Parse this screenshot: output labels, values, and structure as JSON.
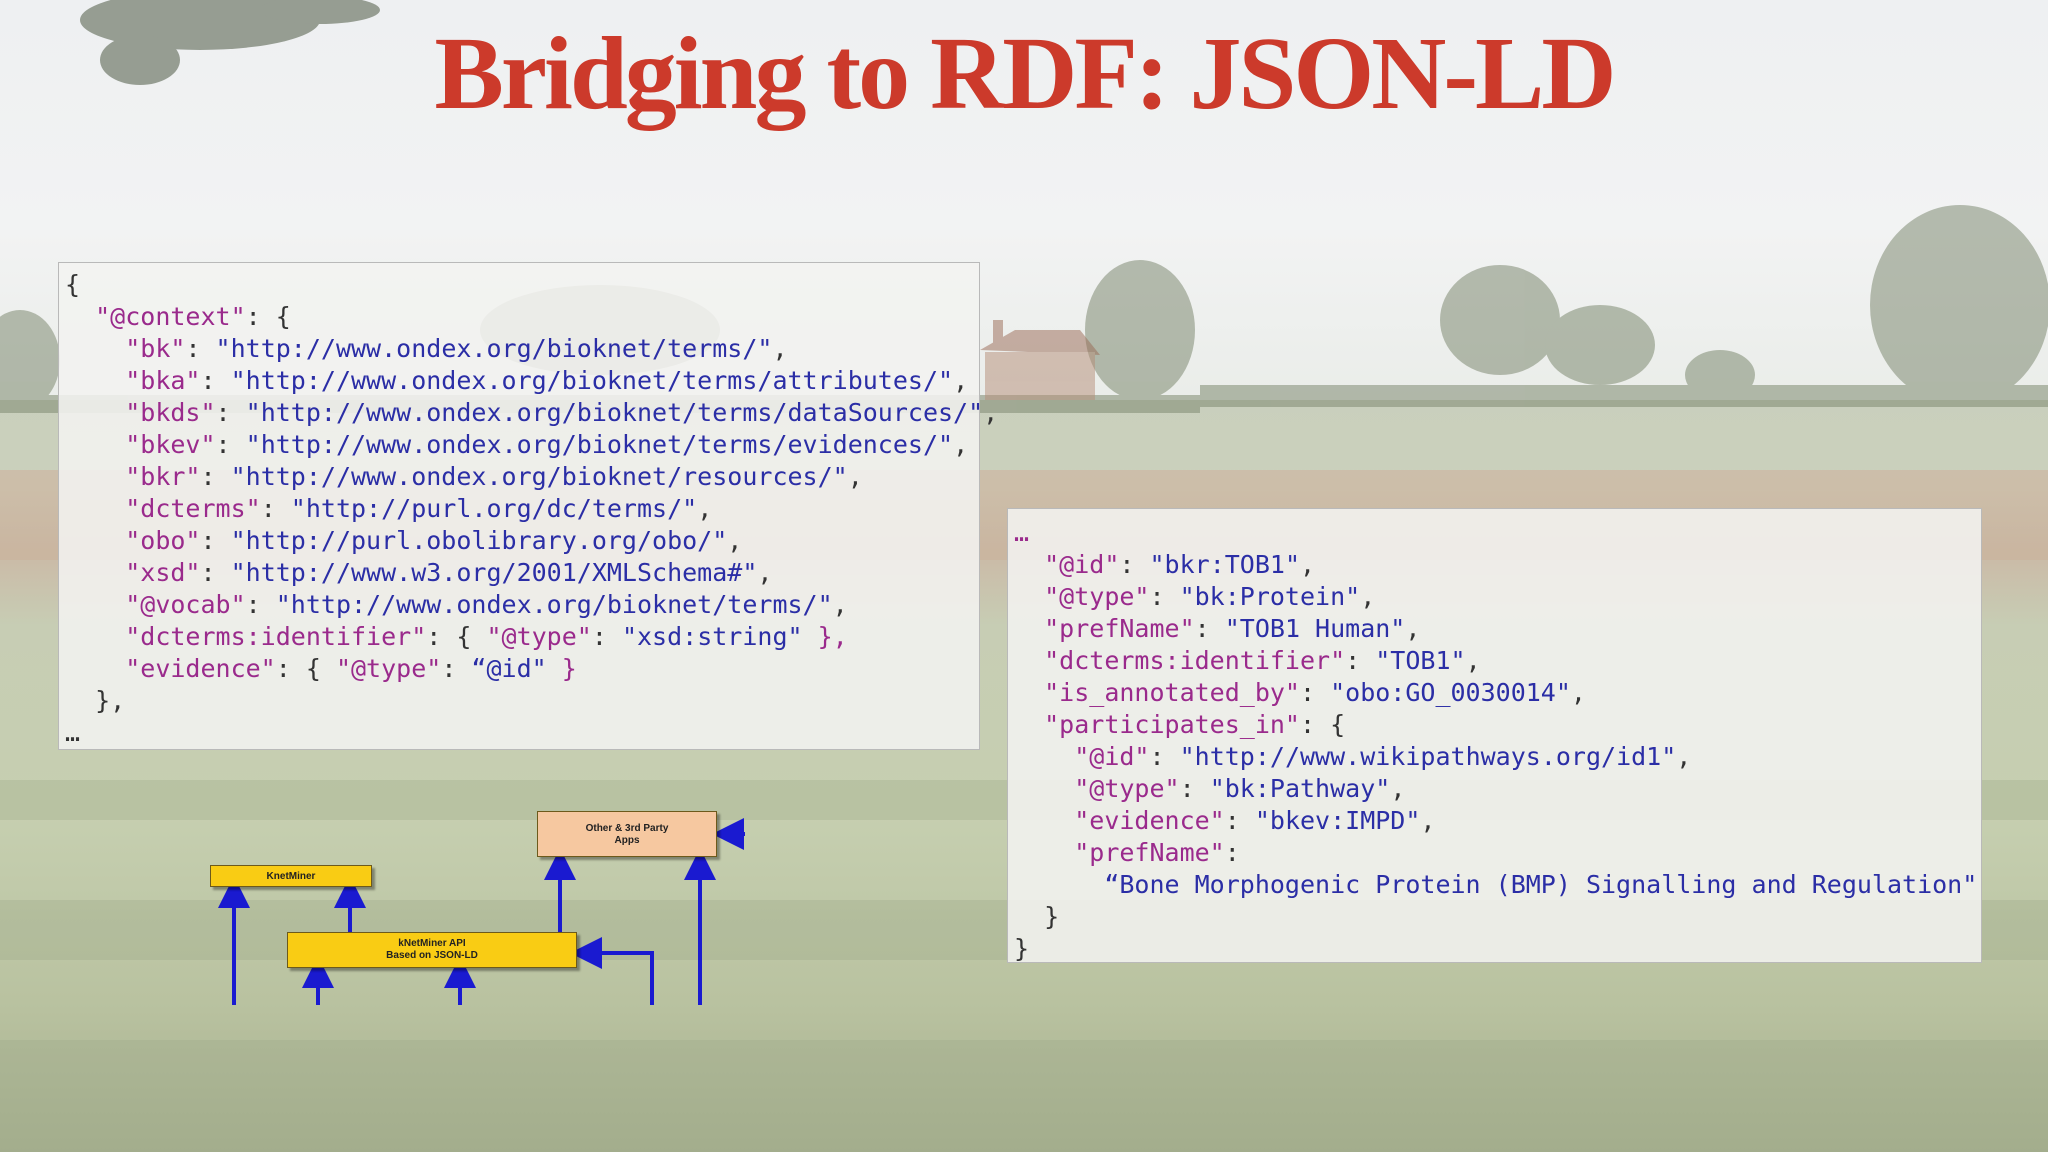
{
  "slide": {
    "title": "Bridging to RDF: JSON-LD"
  },
  "code_left": {
    "lines": [
      [
        {
          "t": "p",
          "s": "{"
        }
      ],
      [
        {
          "t": "p",
          "s": "  "
        },
        {
          "t": "k",
          "s": "\"@context\""
        },
        {
          "t": "p",
          "s": ": {"
        }
      ],
      [
        {
          "t": "p",
          "s": "    "
        },
        {
          "t": "k",
          "s": "\"bk\""
        },
        {
          "t": "p",
          "s": ": "
        },
        {
          "t": "v",
          "s": "\"http://www.ondex.org/bioknet/terms/\""
        },
        {
          "t": "p",
          "s": ","
        }
      ],
      [
        {
          "t": "p",
          "s": "    "
        },
        {
          "t": "k",
          "s": "\"bka\""
        },
        {
          "t": "p",
          "s": ": "
        },
        {
          "t": "v",
          "s": "\"http://www.ondex.org/bioknet/terms/attributes/\""
        },
        {
          "t": "p",
          "s": ","
        }
      ],
      [
        {
          "t": "p",
          "s": "    "
        },
        {
          "t": "k",
          "s": "\"bkds\""
        },
        {
          "t": "p",
          "s": ": "
        },
        {
          "t": "v",
          "s": "\"http://www.ondex.org/bioknet/terms/dataSources/\""
        },
        {
          "t": "p",
          "s": ","
        }
      ],
      [
        {
          "t": "p",
          "s": "    "
        },
        {
          "t": "k",
          "s": "\"bkev\""
        },
        {
          "t": "p",
          "s": ": "
        },
        {
          "t": "v",
          "s": "\"http://www.ondex.org/bioknet/terms/evidences/\""
        },
        {
          "t": "p",
          "s": ","
        }
      ],
      [
        {
          "t": "p",
          "s": "    "
        },
        {
          "t": "k",
          "s": "\"bkr\""
        },
        {
          "t": "p",
          "s": ": "
        },
        {
          "t": "v",
          "s": "\"http://www.ondex.org/bioknet/resources/\""
        },
        {
          "t": "p",
          "s": ","
        }
      ],
      [
        {
          "t": "p",
          "s": "    "
        },
        {
          "t": "k",
          "s": "\"dcterms\""
        },
        {
          "t": "p",
          "s": ": "
        },
        {
          "t": "v",
          "s": "\"http://purl.org/dc/terms/\""
        },
        {
          "t": "p",
          "s": ","
        }
      ],
      [
        {
          "t": "p",
          "s": "    "
        },
        {
          "t": "k",
          "s": "\"obo\""
        },
        {
          "t": "p",
          "s": ": "
        },
        {
          "t": "v",
          "s": "\"http://purl.obolibrary.org/obo/\""
        },
        {
          "t": "p",
          "s": ","
        }
      ],
      [
        {
          "t": "p",
          "s": "    "
        },
        {
          "t": "k",
          "s": "\"xsd\""
        },
        {
          "t": "p",
          "s": ": "
        },
        {
          "t": "v",
          "s": "\"http://www.w3.org/2001/XMLSchema#\""
        },
        {
          "t": "p",
          "s": ","
        }
      ],
      [
        {
          "t": "p",
          "s": "    "
        },
        {
          "t": "k",
          "s": "\"@vocab\""
        },
        {
          "t": "p",
          "s": ": "
        },
        {
          "t": "v",
          "s": "\"http://www.ondex.org/bioknet/terms/\""
        },
        {
          "t": "p",
          "s": ","
        }
      ],
      [
        {
          "t": "p",
          "s": "    "
        },
        {
          "t": "k",
          "s": "\"dcterms:identifier\""
        },
        {
          "t": "p",
          "s": ": { "
        },
        {
          "t": "k",
          "s": "\"@type\""
        },
        {
          "t": "p",
          "s": ": "
        },
        {
          "t": "v",
          "s": "\"xsd:string\""
        },
        {
          "t": "k",
          "s": " },"
        }
      ],
      [
        {
          "t": "p",
          "s": "    "
        },
        {
          "t": "k",
          "s": "\"evidence\""
        },
        {
          "t": "p",
          "s": ": { "
        },
        {
          "t": "k",
          "s": "\"@type\""
        },
        {
          "t": "p",
          "s": ": "
        },
        {
          "t": "v",
          "s": "“@id\""
        },
        {
          "t": "k",
          "s": " }"
        }
      ],
      [
        {
          "t": "p",
          "s": "  },"
        }
      ],
      [
        {
          "t": "p",
          "s": "…"
        }
      ]
    ]
  },
  "code_right": {
    "lines": [
      [
        {
          "t": "k",
          "s": "…"
        }
      ],
      [
        {
          "t": "p",
          "s": "  "
        },
        {
          "t": "k",
          "s": "\"@id\""
        },
        {
          "t": "p",
          "s": ": "
        },
        {
          "t": "v",
          "s": "\"bkr:TOB1\""
        },
        {
          "t": "p",
          "s": ","
        }
      ],
      [
        {
          "t": "p",
          "s": "  "
        },
        {
          "t": "k",
          "s": "\"@type\""
        },
        {
          "t": "p",
          "s": ": "
        },
        {
          "t": "v",
          "s": "\"bk:Protein\""
        },
        {
          "t": "p",
          "s": ","
        }
      ],
      [
        {
          "t": "p",
          "s": "  "
        },
        {
          "t": "k",
          "s": "\"prefName\""
        },
        {
          "t": "p",
          "s": ": "
        },
        {
          "t": "v",
          "s": "\"TOB1 Human\""
        },
        {
          "t": "p",
          "s": ","
        }
      ],
      [
        {
          "t": "p",
          "s": "  "
        },
        {
          "t": "k",
          "s": "\"dcterms:identifier\""
        },
        {
          "t": "p",
          "s": ": "
        },
        {
          "t": "v",
          "s": "\"TOB1\""
        },
        {
          "t": "p",
          "s": ","
        }
      ],
      [
        {
          "t": "p",
          "s": "  "
        },
        {
          "t": "k",
          "s": "\"is_annotated_by\""
        },
        {
          "t": "p",
          "s": ": "
        },
        {
          "t": "v",
          "s": "\"obo:GO_0030014\""
        },
        {
          "t": "p",
          "s": ","
        }
      ],
      [
        {
          "t": "p",
          "s": "  "
        },
        {
          "t": "k",
          "s": "\"participates_in\""
        },
        {
          "t": "p",
          "s": ": {"
        }
      ],
      [
        {
          "t": "p",
          "s": "    "
        },
        {
          "t": "k",
          "s": "\"@id\""
        },
        {
          "t": "p",
          "s": ": "
        },
        {
          "t": "v",
          "s": "\"http://www.wikipathways.org/id1\""
        },
        {
          "t": "p",
          "s": ","
        }
      ],
      [
        {
          "t": "p",
          "s": "    "
        },
        {
          "t": "k",
          "s": "\"@type\""
        },
        {
          "t": "p",
          "s": ": "
        },
        {
          "t": "v",
          "s": "\"bk:Pathway\""
        },
        {
          "t": "p",
          "s": ","
        }
      ],
      [
        {
          "t": "p",
          "s": "    "
        },
        {
          "t": "k",
          "s": "\"evidence\""
        },
        {
          "t": "p",
          "s": ": "
        },
        {
          "t": "v",
          "s": "\"bkev:IMPD\""
        },
        {
          "t": "p",
          "s": ","
        }
      ],
      [
        {
          "t": "p",
          "s": "    "
        },
        {
          "t": "k",
          "s": "\"prefName\""
        },
        {
          "t": "p",
          "s": ":"
        }
      ],
      [
        {
          "t": "p",
          "s": "      "
        },
        {
          "t": "v",
          "s": "“Bone Morphogenic Protein (BMP) Signalling and Regulation\""
        }
      ],
      [
        {
          "t": "p",
          "s": "  }"
        }
      ],
      [
        {
          "t": "p",
          "s": "}"
        }
      ]
    ]
  },
  "diagram": {
    "knetminer_label": "KnetMiner",
    "api_label_1": "kNetMiner API",
    "api_label_2": "Based on JSON-LD",
    "apps_label_1": "Other & 3rd Party",
    "apps_label_2": "Apps",
    "colors": {
      "knetminer": "#f9cc14",
      "api": "#f9cc14",
      "apps": "#f6c8a0",
      "arrow": "#1a1ad0"
    }
  }
}
